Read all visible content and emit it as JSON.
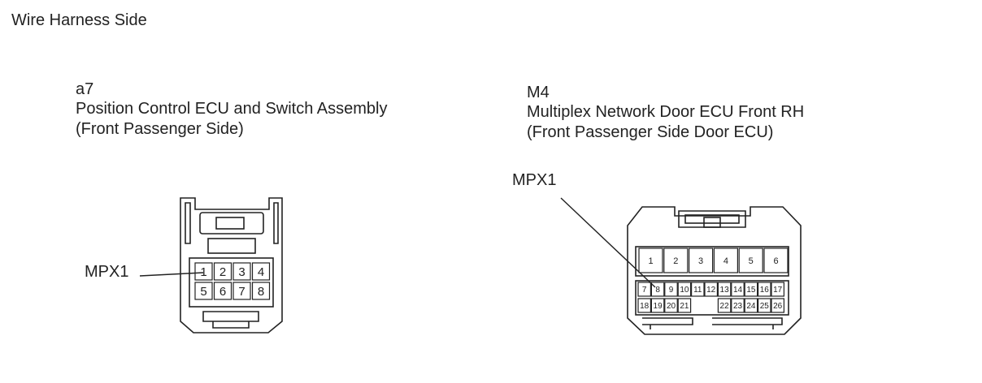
{
  "header": {
    "title": "Wire Harness Side"
  },
  "connector_a7": {
    "code": "a7",
    "name": "Position Control ECU and Switch Assembly",
    "subname": "(Front Passenger Side)",
    "callout": "MPX1",
    "pins": [
      "1",
      "2",
      "3",
      "4",
      "5",
      "6",
      "7",
      "8"
    ]
  },
  "connector_m4": {
    "code": "M4",
    "name": "Multiplex Network Door ECU Front RH",
    "subname": "(Front Passenger Side Door ECU)",
    "callout": "MPX1",
    "pins_top": [
      "1",
      "2",
      "3",
      "4",
      "5",
      "6"
    ],
    "pins_mid": [
      "7",
      "8",
      "9",
      "10",
      "11",
      "12",
      "13",
      "14",
      "15",
      "16",
      "17"
    ],
    "pins_bot_left": [
      "18",
      "19",
      "20",
      "21"
    ],
    "pins_bot_right": [
      "22",
      "23",
      "24",
      "25",
      "26"
    ]
  }
}
